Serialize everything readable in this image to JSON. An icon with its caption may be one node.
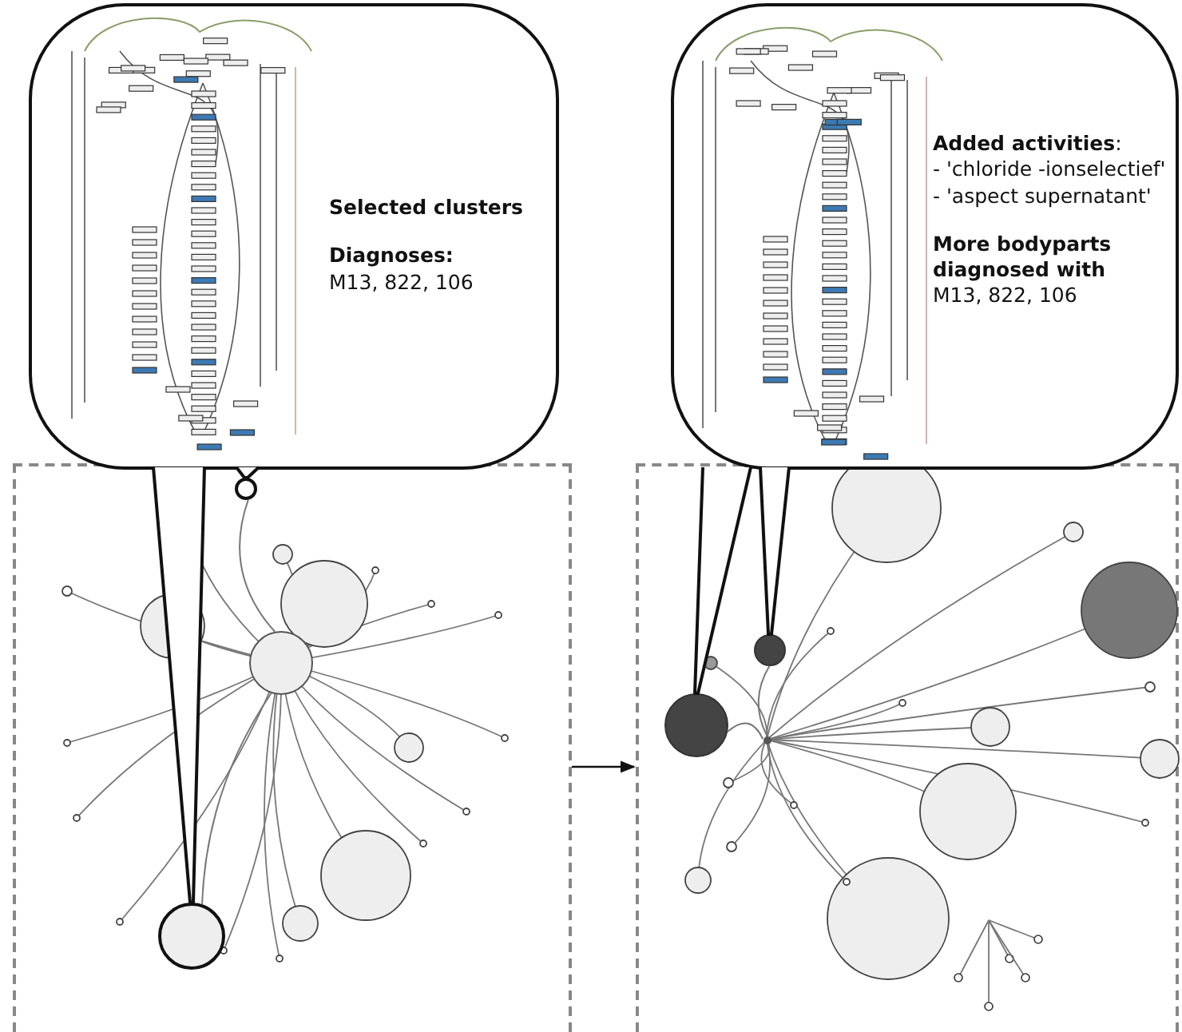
{
  "diagram": {
    "nodes": [
      {
        "text": [
          "**Selected clusters**",
          "**Diagnoses:**",
          "M13, 822, 106"
        ]
      },
      {
        "text": [
          "**Added activities**:",
          "- 'chloride -ionselectief'",
          "- 'aspect supernatant'",
          "**More bodyparts diagnosed with**",
          "M13, 822, 106"
        ]
      },
      {
        "text": [],
        "shape": "box"
      },
      {
        "text": [],
        "shape": "box"
      },
      {
        "text": [],
        "shape": "circle",
        "in": 2
      },
      {
        "text": [],
        "shape": "circle",
        "in": 2
      },
      {
        "text": [],
        "shape": "circle",
        "in": 3
      },
      {
        "text": [],
        "shape": "circle",
        "in": 3
      },
      {
        "text": [],
        "shape": "circle",
        "in": 2
      },
      {
        "text": [],
        "shape": "circle",
        "in": 3
      }
    ],
    "edges": [
      {
        "from": 0,
        "to": 4,
        "arrow": "none",
        "color": "#111111"
      },
      {
        "from": 0,
        "to": 5,
        "arrow": "none",
        "color": "#111111"
      },
      {
        "from": 1,
        "to": 6,
        "arrow": "none",
        "color": "#111111"
      },
      {
        "from": 1,
        "to": 7,
        "arrow": "none",
        "color": "#111111"
      },
      {
        "from": 2,
        "to": 3,
        "arrow": "to",
        "color": "#111111"
      },
      {
        "from": 8,
        "to": 4,
        "arrow": "none"
      },
      {
        "from": 8,
        "to": 5,
        "arrow": "none"
      },
      {
        "from": 9,
        "to": 6,
        "arrow": "none"
      },
      {
        "from": 9,
        "to": 7,
        "arrow": "none"
      }
    ]
  }
}
